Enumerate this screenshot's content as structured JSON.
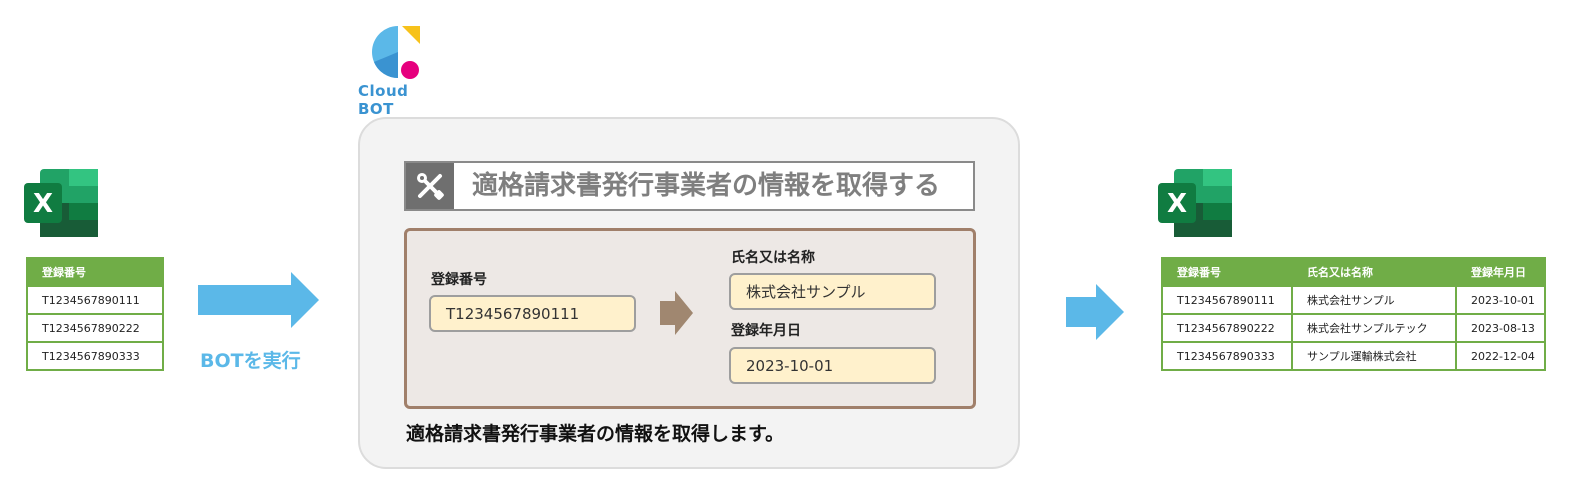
{
  "logo": {
    "text": "Cloud BOT"
  },
  "left_table": {
    "header": "登録番号",
    "rows": [
      "T1234567890111",
      "T1234567890222",
      "T1234567890333"
    ]
  },
  "run_label": "BOTを実行",
  "panel": {
    "title": "適格請求書発行事業者の情報を取得する",
    "input_label": "登録番号",
    "input_value": "T1234567890111",
    "name_label": "氏名又は名称",
    "name_value": "株式会社サンプル",
    "date_label": "登録年月日",
    "date_value": "2023-10-01",
    "caption": "適格請求書発行事業者の情報を取得します。"
  },
  "right_table": {
    "headers": [
      "登録番号",
      "氏名又は名称",
      "登録年月日"
    ],
    "rows": [
      [
        "T1234567890111",
        "株式会社サンプル",
        "2023-10-01"
      ],
      [
        "T1234567890222",
        "株式会社サンプルテック",
        "2023-08-13"
      ],
      [
        "T1234567890333",
        "サンプル運輸株式会社",
        "2022-12-04"
      ]
    ]
  },
  "colors": {
    "excel_green": "#70ad47",
    "arrow_blue": "#5bb8e8",
    "brown_arrow": "#a08770",
    "field_fill": "#fff1cc"
  },
  "icons": [
    "excel-icon",
    "cloudbot-logo",
    "tools-icon",
    "arrow-right-icon"
  ]
}
